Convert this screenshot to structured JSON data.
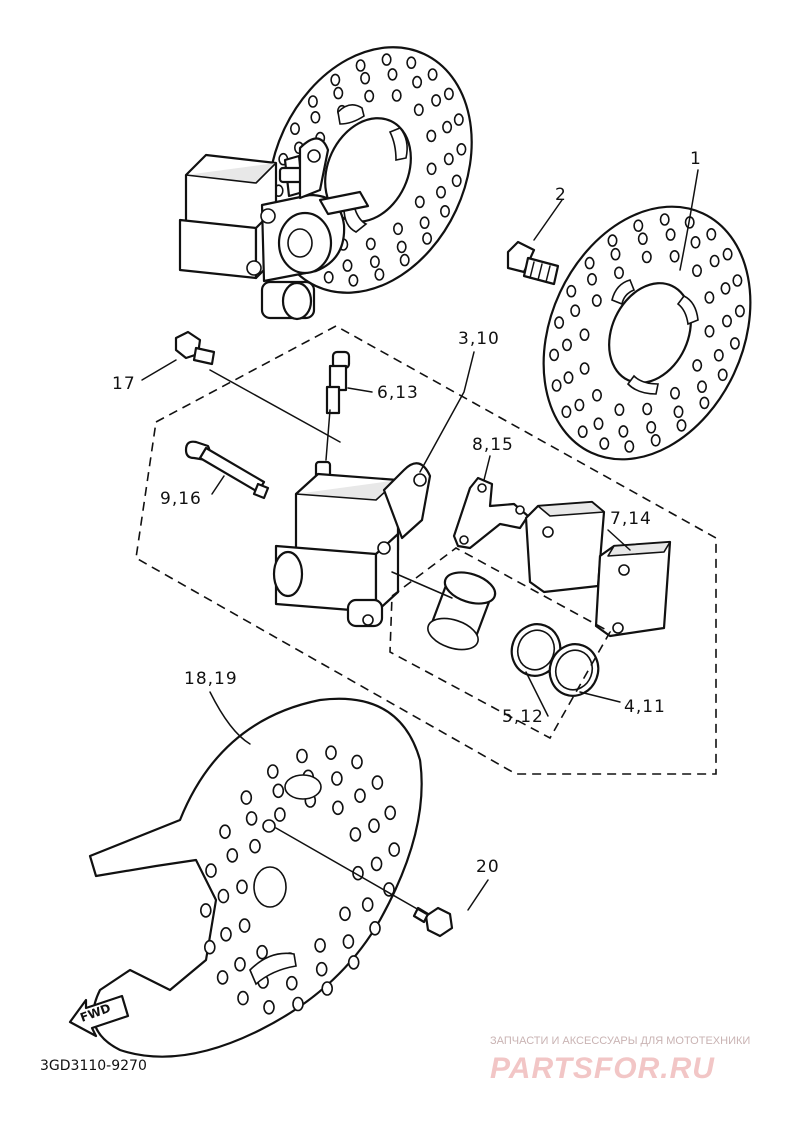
{
  "callouts": {
    "p1": "1",
    "p2": "2",
    "p3_10": "3,10",
    "p4_11": "4,11",
    "p5_12": "5,12",
    "p6_13": "6,13",
    "p7_14": "7,14",
    "p8_15": "8,15",
    "p9_16": "9,16",
    "p17": "17",
    "p18_19": "18,19",
    "p20": "20"
  },
  "direction_arrow": "FWD",
  "drawing_code": "3GD3110-9270",
  "watermark": {
    "subtitle": "ЗАПЧАСТИ И АКСЕССУАРЫ ДЛЯ МОТОТЕХНИКИ",
    "logo": "PARTSFOR.RU"
  }
}
